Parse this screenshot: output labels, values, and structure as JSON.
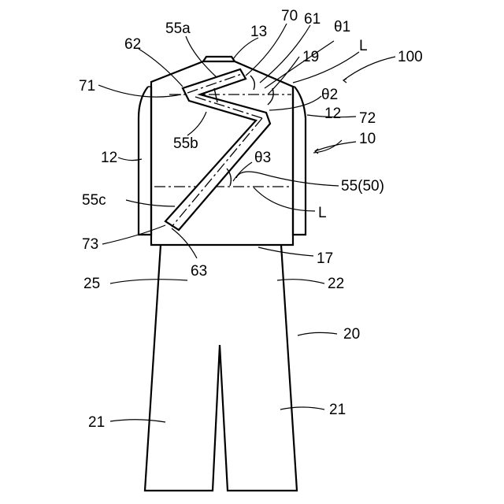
{
  "labels": {
    "l13": "13",
    "l70": "70",
    "l61": "61",
    "l_theta1": "θ1",
    "l55a": "55a",
    "l62": "62",
    "l_L_top": "L",
    "l100": "100",
    "l19": "19",
    "l71": "71",
    "l_theta2": "θ2",
    "l12_right": "12",
    "l72": "72",
    "l55b": "55b",
    "l10": "10",
    "l12_left": "12",
    "l_theta3": "θ3",
    "l55_50": "55(50)",
    "l55c": "55c",
    "l_L_mid": "L",
    "l73": "73",
    "l17": "17",
    "l63": "63",
    "l25": "25",
    "l22": "22",
    "l20": "20",
    "l21_left": "21",
    "l21_right": "21"
  }
}
